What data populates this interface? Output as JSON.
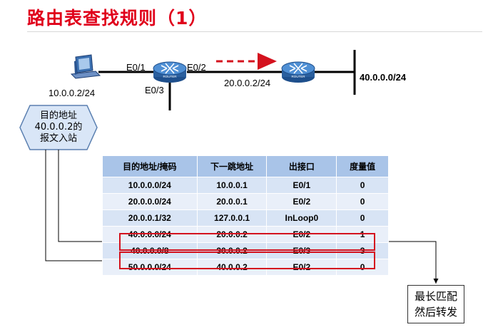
{
  "title": "路由表查找规则（1）",
  "topology": {
    "source_ip": "10.0.0.2/24",
    "port_e01": "E0/1",
    "port_e02": "E0/2",
    "port_e03": "E0/3",
    "link_ip": "20.0.0.2/24",
    "dest_network": "40.0.0.0/24",
    "router_label": "ROUTER"
  },
  "packet": {
    "line1": "目的地址",
    "line2": "40.0.0.2的",
    "line3": "报文入站"
  },
  "routing_table": {
    "headers": [
      "目的地址/掩码",
      "下一跳地址",
      "出接口",
      "度量值"
    ],
    "rows": [
      [
        "10.0.0.0/24",
        "10.0.0.1",
        "E0/1",
        "0"
      ],
      [
        "20.0.0.0/24",
        "20.0.0.1",
        "E0/2",
        "0"
      ],
      [
        "20.0.0.1/32",
        "127.0.0.1",
        "InLoop0",
        "0"
      ],
      [
        "40.0.0.0/24",
        "20.0.0.2",
        "E0/2",
        "1"
      ],
      [
        "40.0.0.0/8",
        "30.0.0.2",
        "E0/3",
        "3"
      ],
      [
        "50.0.0.0/24",
        "40.0.0.2",
        "E0/2",
        "0"
      ]
    ]
  },
  "result": {
    "line1": "最长匹配",
    "line2": "然后转发"
  },
  "colors": {
    "title": "#e0001b",
    "highlight": "#d4121e",
    "header_bg": "#a9c4e8",
    "row_bg": "#d8e4f5",
    "router_blue": "#2f6fb5"
  }
}
